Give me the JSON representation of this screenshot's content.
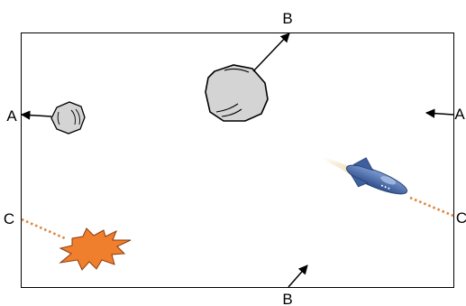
{
  "labels": {
    "top": "B",
    "bottom": "B",
    "left_a": "A",
    "right_a": "A",
    "left_c": "C",
    "right_c": "C"
  },
  "colors": {
    "frame": "#000000",
    "asteroid_fill": "#d4d4d4",
    "explosion_fill": "#f07f2d",
    "dotted_path": "#e0843a",
    "ship_body": "#4a6fb0"
  },
  "icons": {
    "large_asteroid": "large-asteroid-icon",
    "small_asteroid": "small-asteroid-icon",
    "explosion": "explosion-icon",
    "spaceship": "spaceship-icon"
  }
}
